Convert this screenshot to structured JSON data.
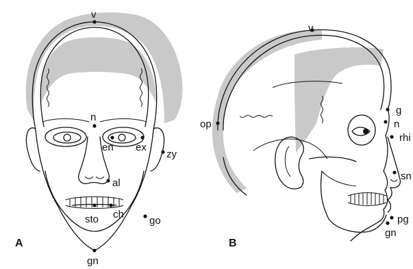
{
  "panels": {
    "a": {
      "label": "A",
      "landmarks": {
        "v": "v",
        "n": "n",
        "en": "en",
        "ex": "ex",
        "zy": "zy",
        "al": "al",
        "sto": "sto",
        "ch": "ch",
        "go": "go",
        "gn": "gn"
      }
    },
    "b": {
      "label": "B",
      "landmarks": {
        "v": "v",
        "g": "g",
        "n": "n",
        "rhi": "rhi",
        "op": "op",
        "sn": "sn",
        "pg": "pg",
        "gn": "gn"
      }
    }
  },
  "colors": {
    "line": "#111111",
    "soft_tissue": "#c9c9c9",
    "background": "#ffffff"
  }
}
